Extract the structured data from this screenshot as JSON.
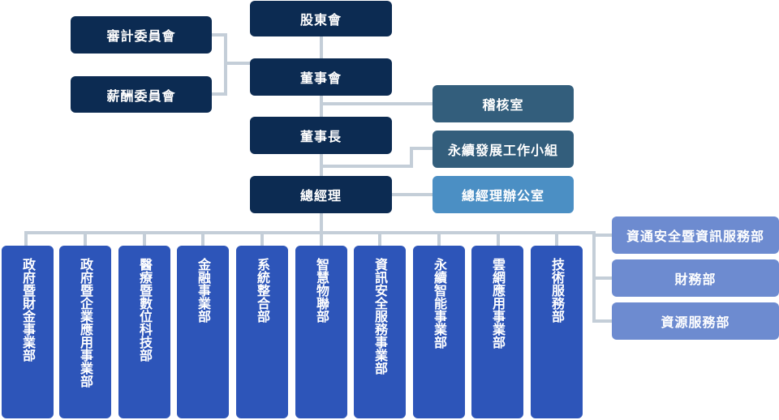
{
  "board": {
    "shareholders": "股東會",
    "audit_committee": "審計委員會",
    "remuneration_committee": "薪酬委員會",
    "board_of_directors": "董事會",
    "chairman": "董事長",
    "auditing_office": "稽核室",
    "sustainability_group": "永續發展工作小組",
    "president": "總經理",
    "president_office": "總經理辦公室"
  },
  "business_units": [
    "政府暨財金事業部",
    "政府暨企業應用事業部",
    "醫療暨數位科技部",
    "金融事業部",
    "系統整合部",
    "智慧物聯部",
    "資訊安全服務事業部",
    "永續智能事業部",
    "雲網應用事業部",
    "技術服務部"
  ],
  "support_units": [
    "資通安全暨資訊服務部",
    "財務部",
    "資源服務部"
  ],
  "colors": {
    "governance": "#0c2b52",
    "staff_office": "#335e7c",
    "president_office": "#4b8fc4",
    "business_unit": "#2d55b9",
    "support_unit": "#6d8bd0",
    "connector": "#c4ced8"
  }
}
